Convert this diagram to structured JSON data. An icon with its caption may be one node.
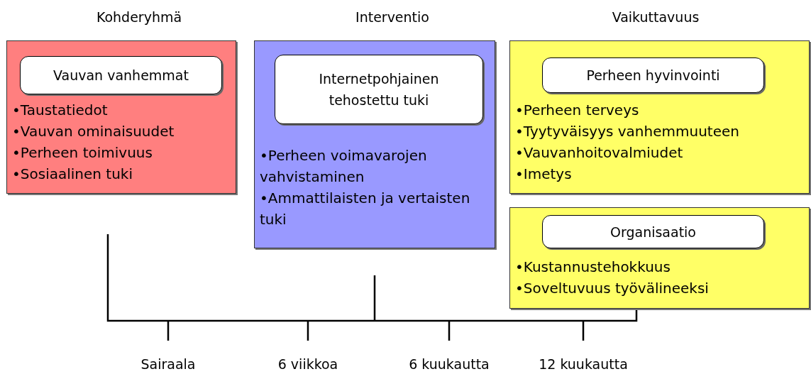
{
  "diagram": {
    "nodes": [
      {
        "text": [
          "•Taustatiedot",
          "•Vauvan ominaisuudet",
          "•Perheen toimivuus",
          "•Sosiaalinen tuki"
        ]
      },
      {
        "text": [
          "Vauvan vanhemmat"
        ],
        "in": 0
      },
      {
        "text": [
          "•Perheen voimavarojen vahvistaminen",
          "•Ammattilaisten ja vertaisten tuki"
        ]
      },
      {
        "text": [
          "Internetpohjainen tehostettu tuki"
        ],
        "in": 2
      },
      {
        "text": [
          "•Perheen terveys",
          "•Tyytyväisyys vanhemmuuteen",
          "•Vauvanhoitovalmiudet",
          "•Imetys"
        ]
      },
      {
        "text": [
          "Perheen hyvinvointi"
        ],
        "in": 4
      },
      {
        "text": [
          "•Kustannustehokkuus",
          "•Soveltuvuus työvälineeksi"
        ]
      },
      {
        "text": [
          "Organisaatio"
        ],
        "in": 6
      }
    ],
    "labels": [
      "Kohderyhmä",
      "Interventio",
      "Vaikuttavuus",
      "Sairaala",
      "6 viikkoa",
      "6 kuukautta",
      "12 kuukautta"
    ]
  }
}
